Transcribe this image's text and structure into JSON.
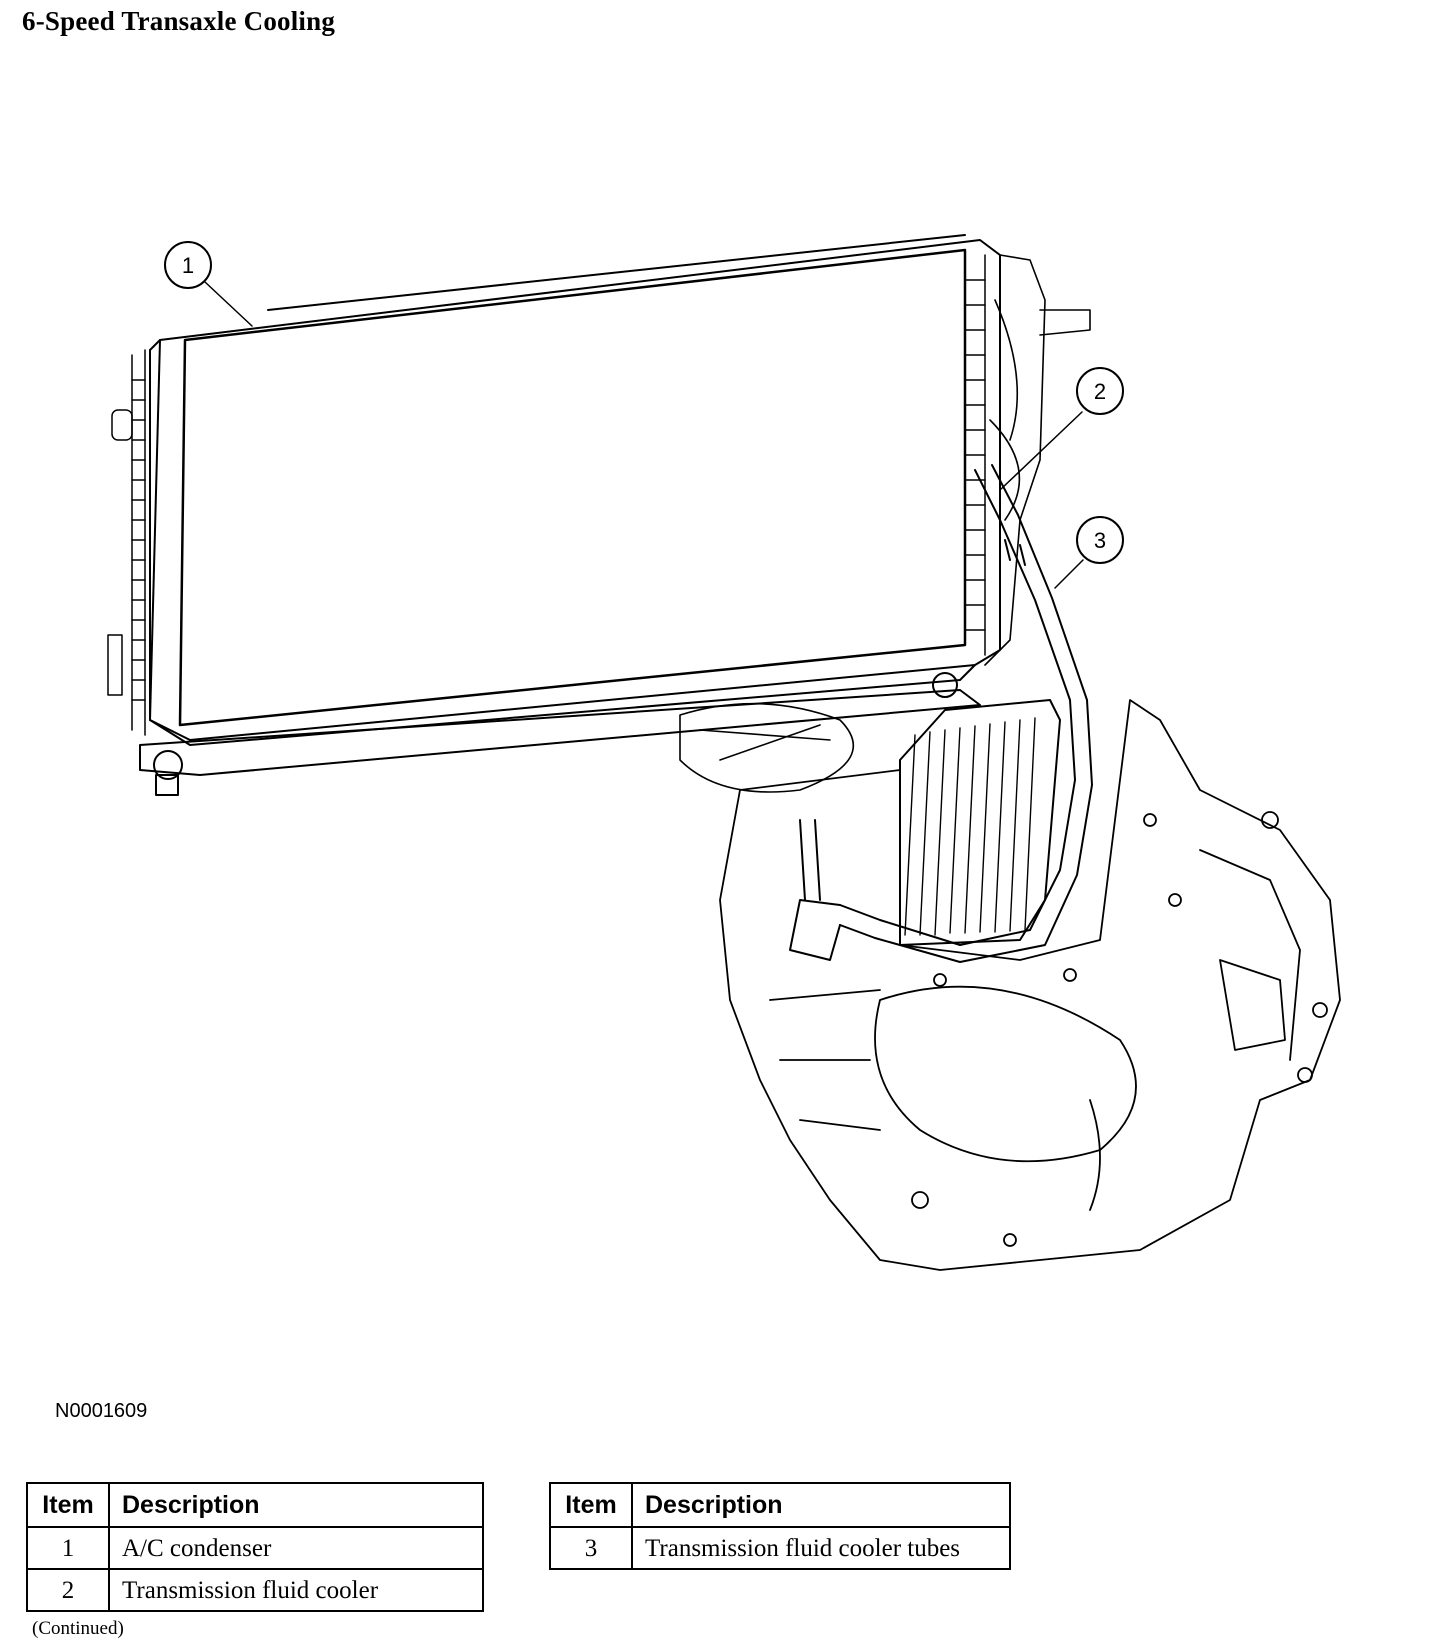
{
  "title": "6-Speed Transaxle Cooling",
  "figure": {
    "callouts": [
      "1",
      "2",
      "3"
    ],
    "figure_id": "N0001609"
  },
  "legend_tables": [
    {
      "headers": {
        "item": "Item",
        "description": "Description"
      },
      "rows": [
        {
          "item": "1",
          "description": "A/C condenser"
        },
        {
          "item": "2",
          "description": "Transmission fluid cooler"
        }
      ]
    },
    {
      "headers": {
        "item": "Item",
        "description": "Description"
      },
      "rows": [
        {
          "item": "3",
          "description": "Transmission fluid cooler tubes"
        }
      ]
    }
  ],
  "continued": "(Continued)"
}
